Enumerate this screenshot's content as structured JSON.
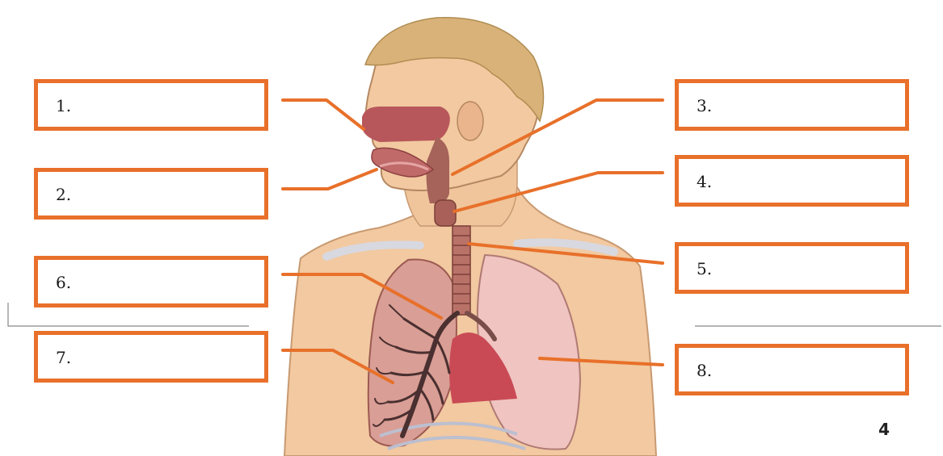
{
  "labels": [
    {
      "id": "1",
      "text": "1."
    },
    {
      "id": "2",
      "text": "2."
    },
    {
      "id": "3",
      "text": "3."
    },
    {
      "id": "4",
      "text": "4."
    },
    {
      "id": "5",
      "text": "5."
    },
    {
      "id": "6",
      "text": "6."
    },
    {
      "id": "7",
      "text": "7."
    },
    {
      "id": "8",
      "text": "8."
    }
  ],
  "corner_mark": "4",
  "colors": {
    "accent": "#e8702a",
    "skin": "#f2c9a0",
    "skin_shadow": "#e0ac7e",
    "hair": "#d8b278",
    "lung_left": "#d99e95",
    "lung_right": "#f0c4c0",
    "airway": "#a5635a",
    "bronchi": "#4a3030",
    "cavity": "#b8575b",
    "heart": "#c94a55"
  }
}
